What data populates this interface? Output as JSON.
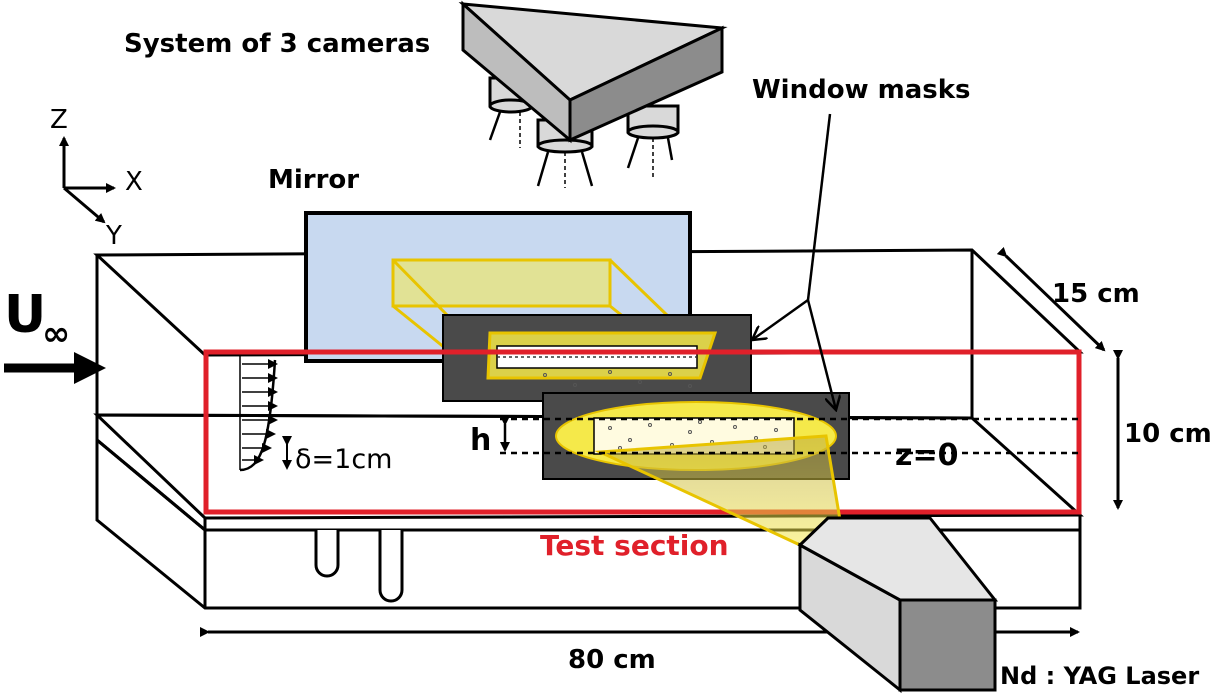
{
  "labels": {
    "cameras": "System of 3 cameras",
    "window_masks": "Window masks",
    "mirror": "Mirror",
    "axis_z": "Z",
    "axis_x": "X",
    "axis_y": "Y",
    "u_inf_main": "U",
    "u_inf_sub": "∞",
    "width": "15 cm",
    "height": "10 cm",
    "length": "80 cm",
    "delta": "δ=1cm",
    "h": "h",
    "z0": "z=0",
    "test_section": "Test section",
    "laser": "Nd : YAG Laser"
  },
  "colors": {
    "test_section": "#e0202a",
    "laser_sheet": "#f5e94a",
    "laser_sheet_edge": "#e8c400",
    "mirror": "#c8d9f0",
    "mask": "#4a4a4a",
    "camera_light": "#d9d9d9",
    "camera_dark": "#8c8c8c"
  }
}
